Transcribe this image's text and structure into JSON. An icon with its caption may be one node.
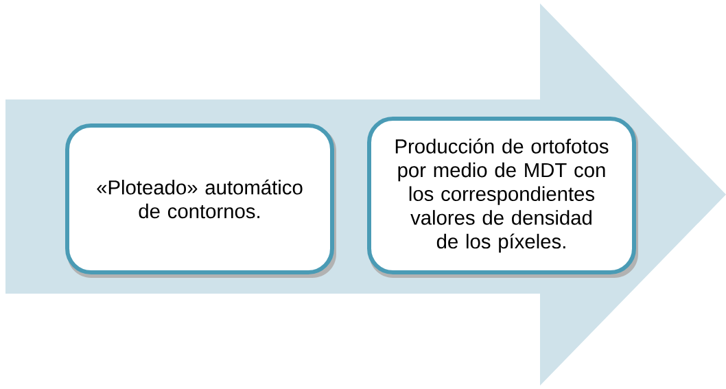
{
  "diagram": {
    "nodes": [
      {
        "text": [],
        "shape": "arrow"
      },
      {
        "text": [
          "«Ploteado» automático de contornos."
        ],
        "in": 0
      },
      {
        "text": [
          "Producción de ortofotos por medio de MDT con los correspondientes valores de densidad de los píxeles."
        ],
        "in": 0
      }
    ]
  }
}
